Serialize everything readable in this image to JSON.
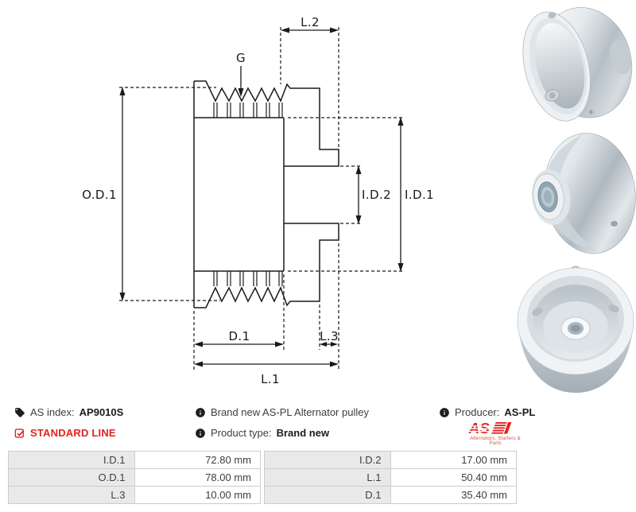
{
  "diagram": {
    "labels": {
      "od1": "O.D.1",
      "id1": "I.D.1",
      "id2": "I.D.2",
      "d1": "D.1",
      "l1": "L.1",
      "l2": "L.2",
      "l3": "L.3",
      "g": "G"
    }
  },
  "info": {
    "as_index_label": "AS index:",
    "as_index_value": "AP9010S",
    "standard_line": "STANDARD LINE",
    "description": "Brand new AS-PL Alternator pulley",
    "product_type_label": "Product type:",
    "product_type_value": "Brand new",
    "producer_label": "Producer:",
    "producer_value": "AS-PL"
  },
  "brand": {
    "logo_text": "AS",
    "tagline": "Alternators, Starters & Parts"
  },
  "spec_table": {
    "left": [
      {
        "label": "I.D.1",
        "value": "72.80 mm"
      },
      {
        "label": "O.D.1",
        "value": "78.00 mm"
      },
      {
        "label": "L.3",
        "value": "10.00 mm"
      }
    ],
    "right": [
      {
        "label": "I.D.2",
        "value": "17.00 mm"
      },
      {
        "label": "L.1",
        "value": "50.40 mm"
      },
      {
        "label": "D.1",
        "value": "35.40 mm"
      }
    ]
  },
  "colors": {
    "accent_red": "#e2231a",
    "diagram_line": "#1a1a1a",
    "table_label_bg": "#e9e9e9",
    "table_border": "#cccccc"
  }
}
